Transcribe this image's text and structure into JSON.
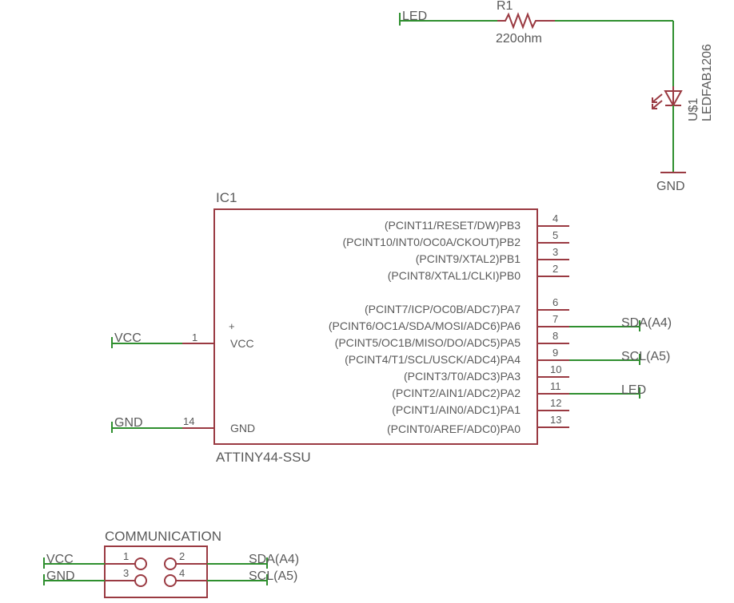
{
  "colors": {
    "part": "#9a3a42",
    "wire": "#2f8f2f",
    "text": "#5a5a5a"
  },
  "resistor": {
    "name": "R1",
    "value": "220ohm",
    "net_left": "LED"
  },
  "led": {
    "name": "U$1",
    "value": "LEDFAB1206",
    "ground_label": "GND"
  },
  "ic": {
    "name": "IC1",
    "value": "ATTINY44-SSU",
    "left_pins": [
      {
        "num": "1",
        "name": "VCC",
        "net": "VCC"
      },
      {
        "num": "14",
        "name": "GND",
        "net": "GND"
      }
    ],
    "right_pins": [
      {
        "num": "4",
        "name": "(PCINT11/RESET/DW)PB3",
        "net": ""
      },
      {
        "num": "5",
        "name": "(PCINT10/INT0/OC0A/CKOUT)PB2",
        "net": ""
      },
      {
        "num": "3",
        "name": "(PCINT9/XTAL2)PB1",
        "net": ""
      },
      {
        "num": "2",
        "name": "(PCINT8/XTAL1/CLKI)PB0",
        "net": ""
      },
      {
        "num": "6",
        "name": "(PCINT7/ICP/OC0B/ADC7)PA7",
        "net": ""
      },
      {
        "num": "7",
        "name": "(PCINT6/OC1A/SDA/MOSI/ADC6)PA6",
        "net": "SDA(A4)"
      },
      {
        "num": "8",
        "name": "(PCINT5/OC1B/MISO/DO/ADC5)PA5",
        "net": ""
      },
      {
        "num": "9",
        "name": "(PCINT4/T1/SCL/USCK/ADC4)PA4",
        "net": "SCL(A5)"
      },
      {
        "num": "10",
        "name": "(PCINT3/T0/ADC3)PA3",
        "net": ""
      },
      {
        "num": "11",
        "name": "(PCINT2/AIN1/ADC2)PA2",
        "net": "LED"
      },
      {
        "num": "12",
        "name": "(PCINT1/AIN0/ADC1)PA1",
        "net": ""
      },
      {
        "num": "13",
        "name": "(PCINT0/AREF/ADC0)PA0",
        "net": ""
      }
    ]
  },
  "connector": {
    "name": "COMMUNICATION",
    "pins": [
      {
        "num": "1",
        "net": "VCC"
      },
      {
        "num": "2",
        "net": "SDA(A4)"
      },
      {
        "num": "3",
        "net": "GND"
      },
      {
        "num": "4",
        "net": "SCL(A5)"
      }
    ]
  }
}
